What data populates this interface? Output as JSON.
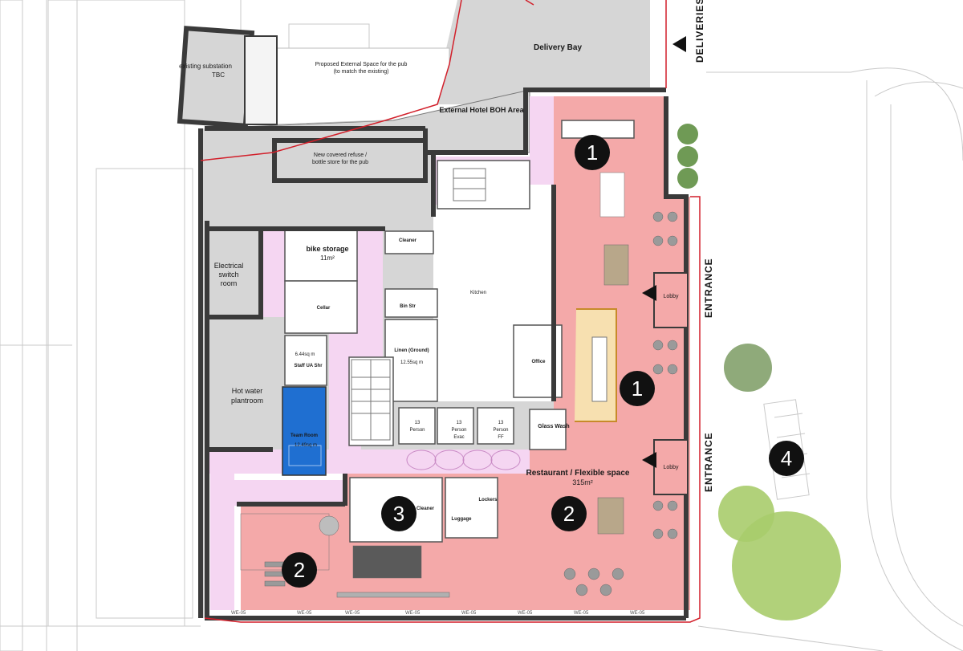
{
  "plan": {
    "rooms": {
      "substation": "existing substation",
      "substation_tbc": "TBC",
      "proposed_space_1": "Proposed External Space for the pub",
      "proposed_space_2": "(to match the existing)",
      "delivery_bay": "Delivery Bay",
      "external_boh": "External Hotel BOH Area",
      "refuse_1": "New covered refuse /",
      "refuse_2": "bottle store for the pub",
      "bike_storage": "bike storage",
      "bike_area": "11m²",
      "electrical_1": "Electrical",
      "electrical_2": "switch",
      "electrical_3": "room",
      "cellar": "Cellar",
      "kitchen": "Kitchen",
      "bin_store": "Bin Str",
      "linen": "Linen (Ground)",
      "linen_area": "12.55sq m",
      "staff_ua": "Staff UA Shr",
      "staff_area": "6.44sq m",
      "office": "Office",
      "hot_water_1": "Hot water",
      "hot_water_2": "plantroom",
      "team_room": "Team Room",
      "team_area": "12.49sq m",
      "lift_1_a": "13",
      "lift_1_b": "Person",
      "lift_2_a": "13",
      "lift_2_b": "Person",
      "lift_2_c": "Evac",
      "lift_3_a": "13",
      "lift_3_b": "Person",
      "lift_3_c": "FF",
      "glass_wash": "Glass Wash",
      "lockers": "Lockers",
      "cleaner": "Cleaner",
      "luggage": "Luggage",
      "restaurant": "Restaurant / Flexible space",
      "restaurant_area": "315m²",
      "lobby_1": "Lobby",
      "lobby_2": "Lobby",
      "cleaner_top": "Cleaner"
    },
    "labels": {
      "deliveries": "DELIVERIES",
      "entrance_1": "ENTRANCE",
      "entrance_2": "ENTRANCE"
    },
    "markers": [
      {
        "id": "m1a",
        "text": "1"
      },
      {
        "id": "m1b",
        "text": "1"
      },
      {
        "id": "m2a",
        "text": "2"
      },
      {
        "id": "m2b",
        "text": "2"
      },
      {
        "id": "m3",
        "text": "3"
      },
      {
        "id": "m4",
        "text": "4"
      }
    ],
    "colors": {
      "pink_zone": "#f4a9a9",
      "lilac_zone": "#f5d6f2",
      "grey_zone": "#d6d6d6",
      "team_room": "#1f6fd1",
      "wall": "#3a3a3a",
      "boundary": "#d21f2a",
      "marker": "#111111",
      "tree": "#a9cc6b"
    },
    "window_tag": "WE-05"
  }
}
